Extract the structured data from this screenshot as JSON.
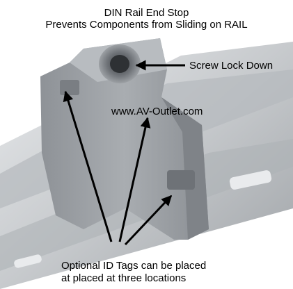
{
  "title": {
    "line1": "DIN Rail End Stop",
    "line2": "Prevents Components from Sliding on RAIL"
  },
  "callouts": {
    "screw": "Screw Lock Down",
    "website": "www.AV-Outlet.com",
    "tags_line1": "Optional ID Tags can be placed",
    "tags_line2": "at placed at three locations"
  },
  "colors": {
    "text": "#000000",
    "arrow": "#000000",
    "plastic": "#9a9ea3",
    "rail": "#c9ccd0",
    "background": "#ffffff"
  }
}
